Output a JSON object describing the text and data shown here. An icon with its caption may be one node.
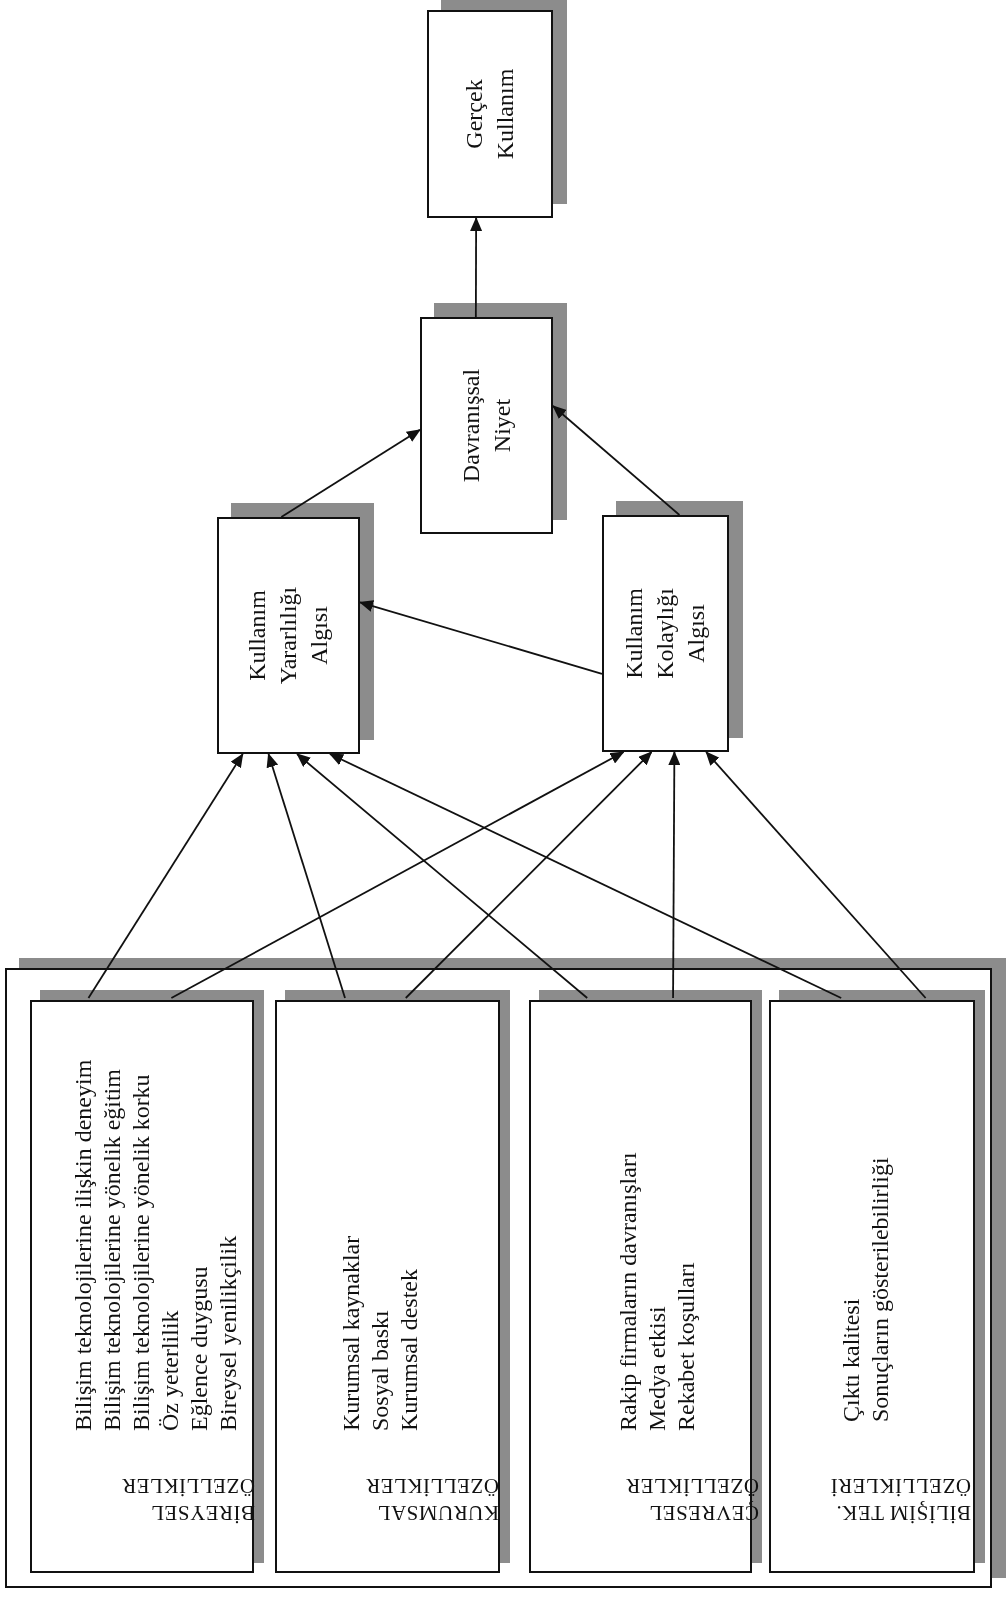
{
  "diagram": {
    "nodes": [
      {
        "text": [
          "Gerçek Kullanım"
        ]
      },
      {
        "text": [
          "Davranışsal Niyet"
        ]
      },
      {
        "text": [
          "Kullanım Yararlılığı Algısı"
        ]
      },
      {
        "text": [
          "Kullanım Kolaylığı Algısı"
        ]
      },
      {
        "text": [],
        "shape": "box"
      },
      {
        "text": [
          "BİREYSEL ÖZELLİKLER",
          "Bilişim teknolojilerine ilişkin deneyim",
          "Bilişim teknolojilerine yönelik eğitim",
          "Bilişim teknolojilerine yönelik korku",
          "Öz yeterlilik",
          "Eğlence duygusu",
          "Bireysel yenilikçilik"
        ],
        "in": 4
      },
      {
        "text": [
          "KURUMSAL ÖZELLİKLER",
          "Kurumsal kaynaklar",
          "Sosyal baskı",
          "Kurumsal destek"
        ],
        "in": 4
      },
      {
        "text": [
          "ÇEVRESEL ÖZELLİKLER",
          "Rakip firmaların davranışları",
          "Medya etkisi",
          "Rekabet koşulları"
        ],
        "in": 4
      },
      {
        "text": [
          "BİLİŞİM TEK. ÖZELLİKLERİ",
          "Çıktı kalitesi",
          "Sonuçların gösterilebilirliği"
        ],
        "in": 4
      }
    ],
    "edges": [
      {
        "from": 5,
        "to": 2,
        "arrow": "to"
      },
      {
        "from": 5,
        "to": 3,
        "arrow": "to"
      },
      {
        "from": 6,
        "to": 2,
        "arrow": "to"
      },
      {
        "from": 6,
        "to": 3,
        "arrow": "to"
      },
      {
        "from": 7,
        "to": 2,
        "arrow": "to"
      },
      {
        "from": 7,
        "to": 3,
        "arrow": "to"
      },
      {
        "from": 8,
        "to": 2,
        "arrow": "to"
      },
      {
        "from": 8,
        "to": 3,
        "arrow": "to"
      },
      {
        "from": 3,
        "to": 2,
        "arrow": "to"
      },
      {
        "from": 2,
        "to": 1,
        "arrow": "to"
      },
      {
        "from": 3,
        "to": 1,
        "arrow": "to"
      },
      {
        "from": 1,
        "to": 0,
        "arrow": "to"
      }
    ]
  }
}
